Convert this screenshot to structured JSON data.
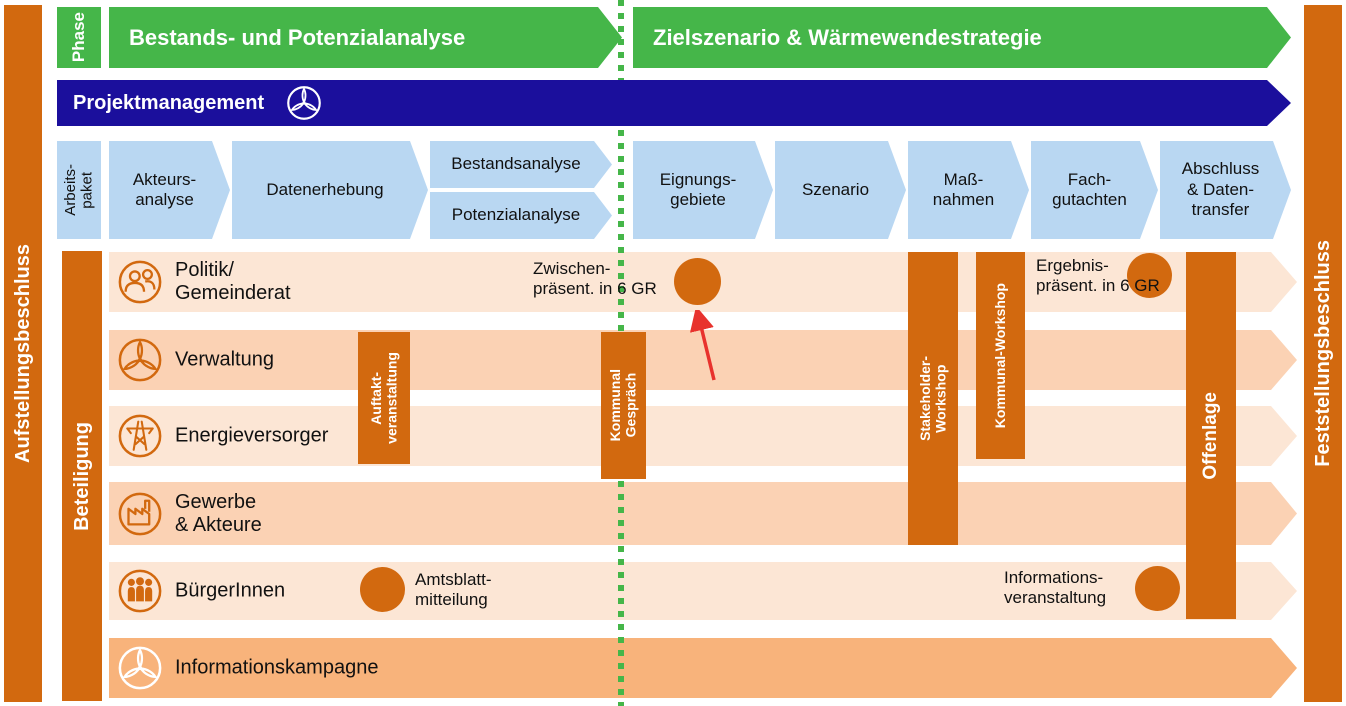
{
  "colors": {
    "orange": "#d2690f",
    "green": "#45b649",
    "navy": "#1b0f9c",
    "light_blue": "#b9d7f2",
    "row_light": "#fce6d5",
    "row_medium": "#fbd2b4",
    "row_campaign": "#f8b37b",
    "red_arrow": "#e8322d"
  },
  "sidebars": {
    "left": "Aufstellungsbeschluss",
    "right": "Feststellungsbeschluss"
  },
  "phase_row": {
    "label": "Phase",
    "phase1": "Bestands- und Potenzialanalyse",
    "phase2": "Zielszenario & Wärmewendestrategie"
  },
  "projektmanagement": {
    "label": "Projektmanagement",
    "icon": "turbine-icon"
  },
  "workpackages": {
    "label": "Arbeits-\npaket",
    "items": [
      {
        "label": "Akteurs-\nanalyse"
      },
      {
        "label": "Datenerhebung"
      },
      {
        "label": "Bestandsanalyse"
      },
      {
        "label": "Potenzialanalyse"
      },
      {
        "label": "Eignungs-\ngebiete"
      },
      {
        "label": "Szenario"
      },
      {
        "label": "Maß-\nnahmen"
      },
      {
        "label": "Fach-\ngutachten"
      },
      {
        "label": "Abschluss\n& Daten-\ntransfer"
      }
    ]
  },
  "beteiligung": {
    "label": "Beteiligung",
    "rows": [
      {
        "label": "Politik/\nGemeinderat",
        "icon": "people-icon"
      },
      {
        "label": "Verwaltung",
        "icon": "turbine-icon"
      },
      {
        "label": "Energieversorger",
        "icon": "pylon-icon"
      },
      {
        "label": "Gewerbe\n& Akteure",
        "icon": "factory-icon"
      },
      {
        "label": "BürgerInnen",
        "icon": "family-icon"
      },
      {
        "label": "Informationskampagne",
        "icon": "turbine-icon"
      }
    ]
  },
  "events": {
    "zwischenpraesentation": "Zwischen-\npräsent. in 6 GR",
    "ergebnispraesentation": "Ergebnis-\npräsent. in 6 GR",
    "auftaktveranstaltung": "Auftakt-\nveranstaltung",
    "kommunalgespraech": "Kommunal\nGespräch",
    "stakeholder_workshop": "Stakeholder-\nWorkshop",
    "kommunal_workshop": "Kommunal-Workshop",
    "offenlage": "Offenlage",
    "amtsblattmitteilung": "Amtsblatt-\nmitteilung",
    "informationsveranstaltung": "Informations-\nveranstaltung"
  }
}
